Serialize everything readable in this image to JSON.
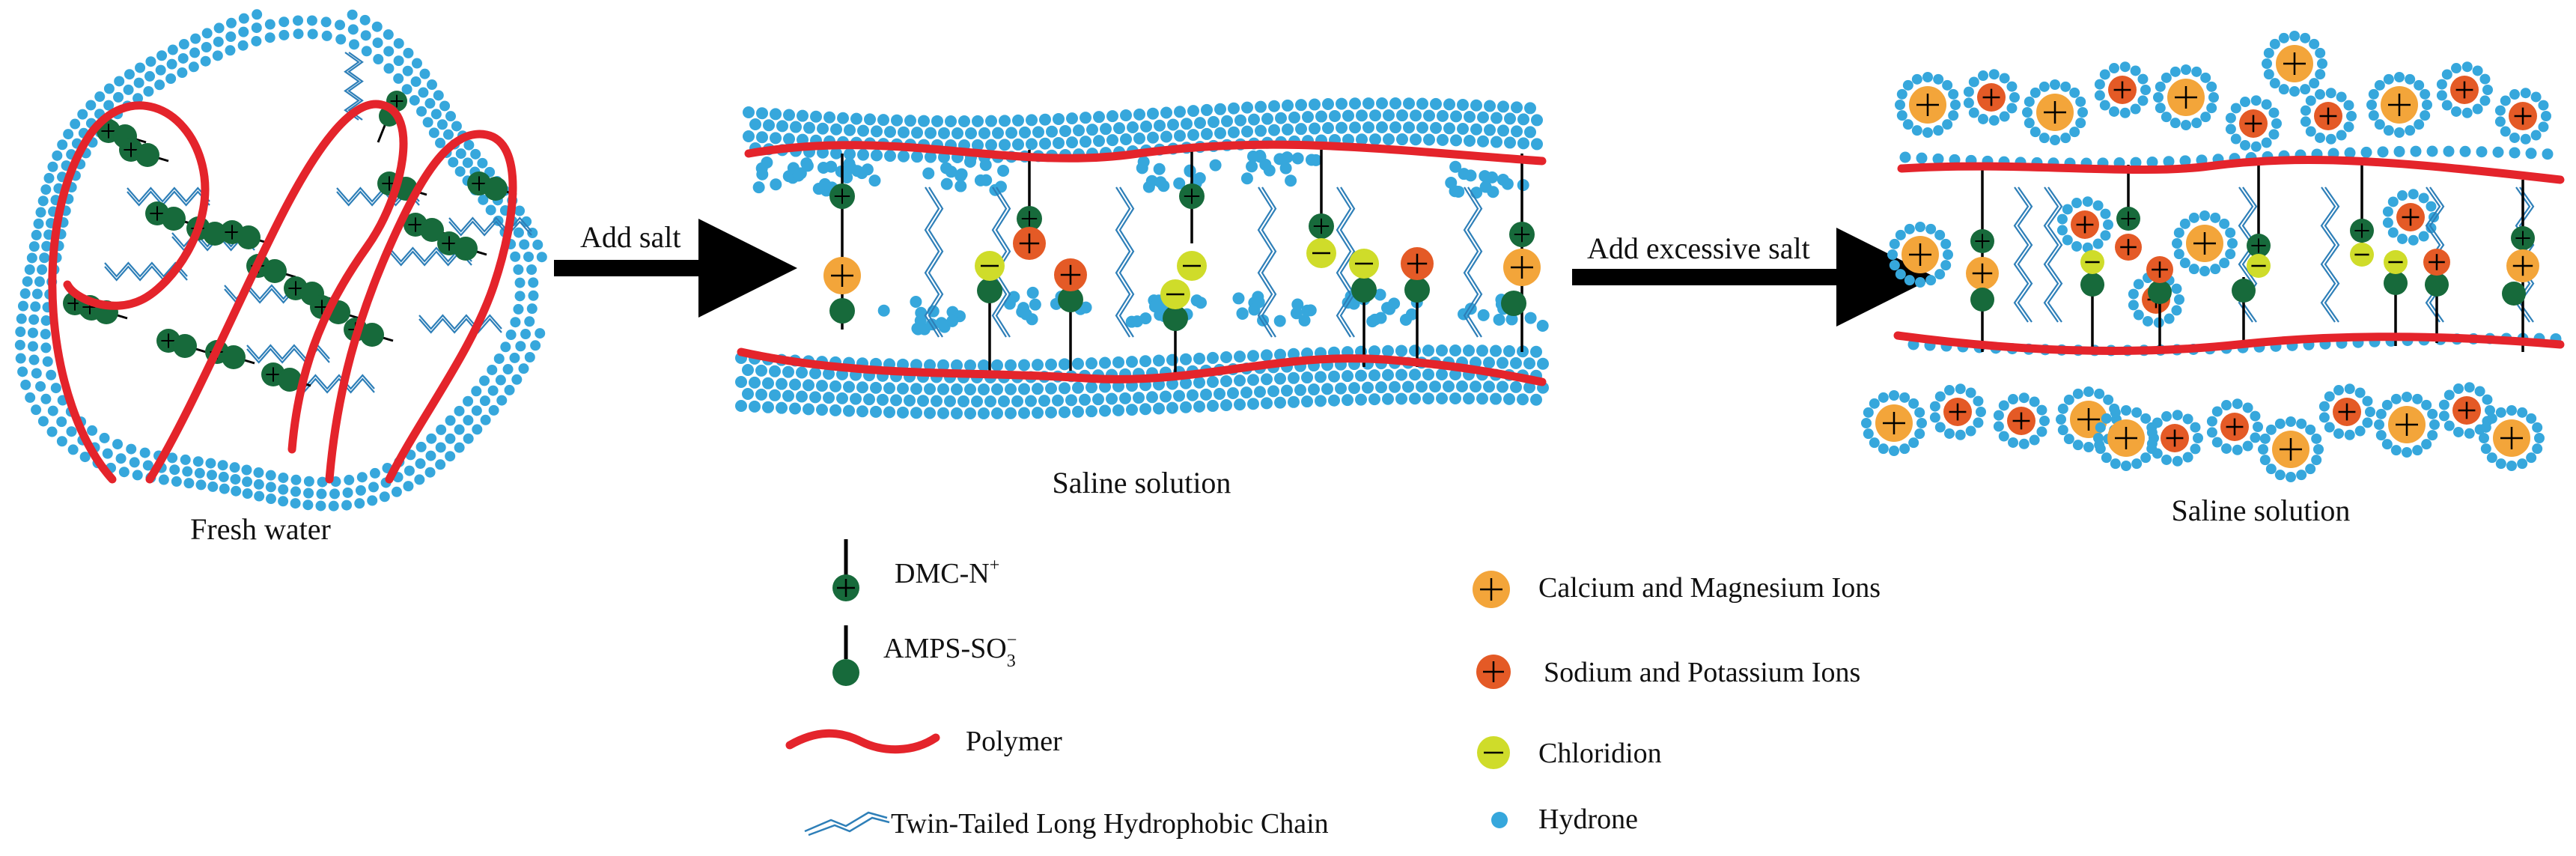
{
  "colors": {
    "hydrone": "#36a7dc",
    "polymer": "#e4242b",
    "dmc": "#176a3b",
    "ca_mg": "#f3a53a",
    "na_k": "#e45a26",
    "chloride": "#cfdc2a",
    "hydrophobic_chain": "#2e7fb8",
    "arrow": "#000000"
  },
  "panels": {
    "fresh": {
      "caption": "Fresh water"
    },
    "saline": {
      "caption": "Saline solution"
    },
    "excess": {
      "caption": "Saline solution"
    }
  },
  "arrows": {
    "add_salt": "Add salt",
    "add_excessive_salt": "Add excessive salt"
  },
  "legend": {
    "dmc": {
      "label": "DMC-N",
      "sup": "+",
      "icon": "dmc-cation-icon"
    },
    "amps": {
      "label": "AMPS-SO",
      "sub": "3",
      "sup": "−",
      "icon": "amps-anion-icon"
    },
    "polymer": {
      "label": "Polymer",
      "icon": "polymer-chain-icon"
    },
    "chain": {
      "label": "Twin-Tailed Long Hydrophobic Chain",
      "icon": "hydrophobic-chain-icon"
    },
    "ca_mg": {
      "label": "Calcium and Magnesium Ions",
      "icon": "calcium-magnesium-ion-icon"
    },
    "na_k": {
      "label": "Sodium and Potassium Ions",
      "icon": "sodium-potassium-ion-icon"
    },
    "cl": {
      "label": "Chloridion",
      "icon": "chloride-ion-icon"
    },
    "hydrone": {
      "label": "Hydrone",
      "icon": "hydrone-icon"
    }
  }
}
